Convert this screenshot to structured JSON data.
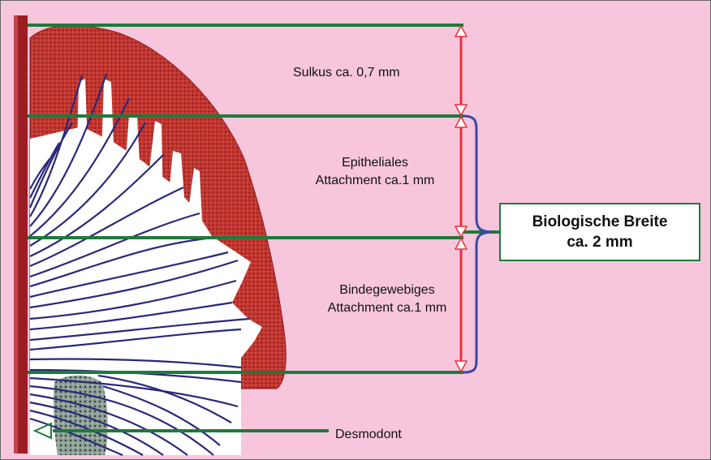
{
  "labels": {
    "sulkus": "Sulkus ca. 0,7 mm",
    "epithelial_line1": "Epitheliales",
    "epithelial_line2": "Attachment ca.1 mm",
    "connective_line1": "Bindegewebiges",
    "connective_line2": "Attachment ca.1 mm",
    "biologic_width_line1": "Biologische Breite",
    "biologic_width_line2": "ca. 2 mm",
    "desmodont": "Desmodont"
  },
  "colors": {
    "background": "#f7c6dc",
    "tooth": "#9b1c22",
    "gingiva": "#c0342e",
    "fibers": "#2a2878",
    "reference_lines": "#1e7a3a",
    "measure_arrows": "#e8323a",
    "brace": "#3b47a3",
    "bone": "#7d8f86"
  }
}
